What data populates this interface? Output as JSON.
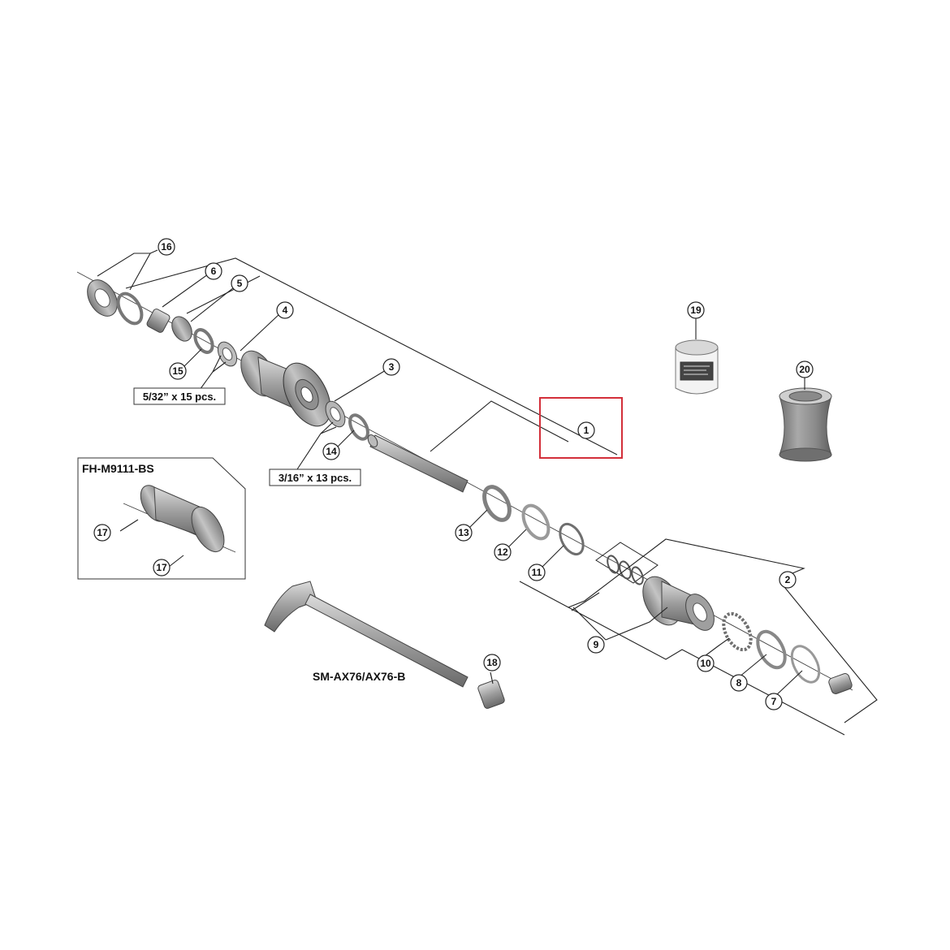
{
  "callouts": {
    "c1": "1",
    "c2": "2",
    "c3": "3",
    "c4": "4",
    "c5": "5",
    "c6": "6",
    "c7": "7",
    "c8": "8",
    "c9": "9",
    "c10": "10",
    "c11": "11",
    "c12": "12",
    "c13": "13",
    "c14": "14",
    "c15": "15",
    "c16": "16",
    "c17a": "17",
    "c17b": "17",
    "c18": "18",
    "c19": "19",
    "c20": "20"
  },
  "labels": {
    "ball_small": "5/32” x 15 pcs.",
    "ball_large": "3/16” x 13 pcs.",
    "inset_title": "FH-M9111-BS",
    "axle_title": "SM-AX76/AX76-B"
  },
  "colors": {
    "highlight": "#d32f3a",
    "part_light": "#c9c9c9",
    "part_mid": "#9a9a9a",
    "part_dark": "#6f6f6f"
  }
}
